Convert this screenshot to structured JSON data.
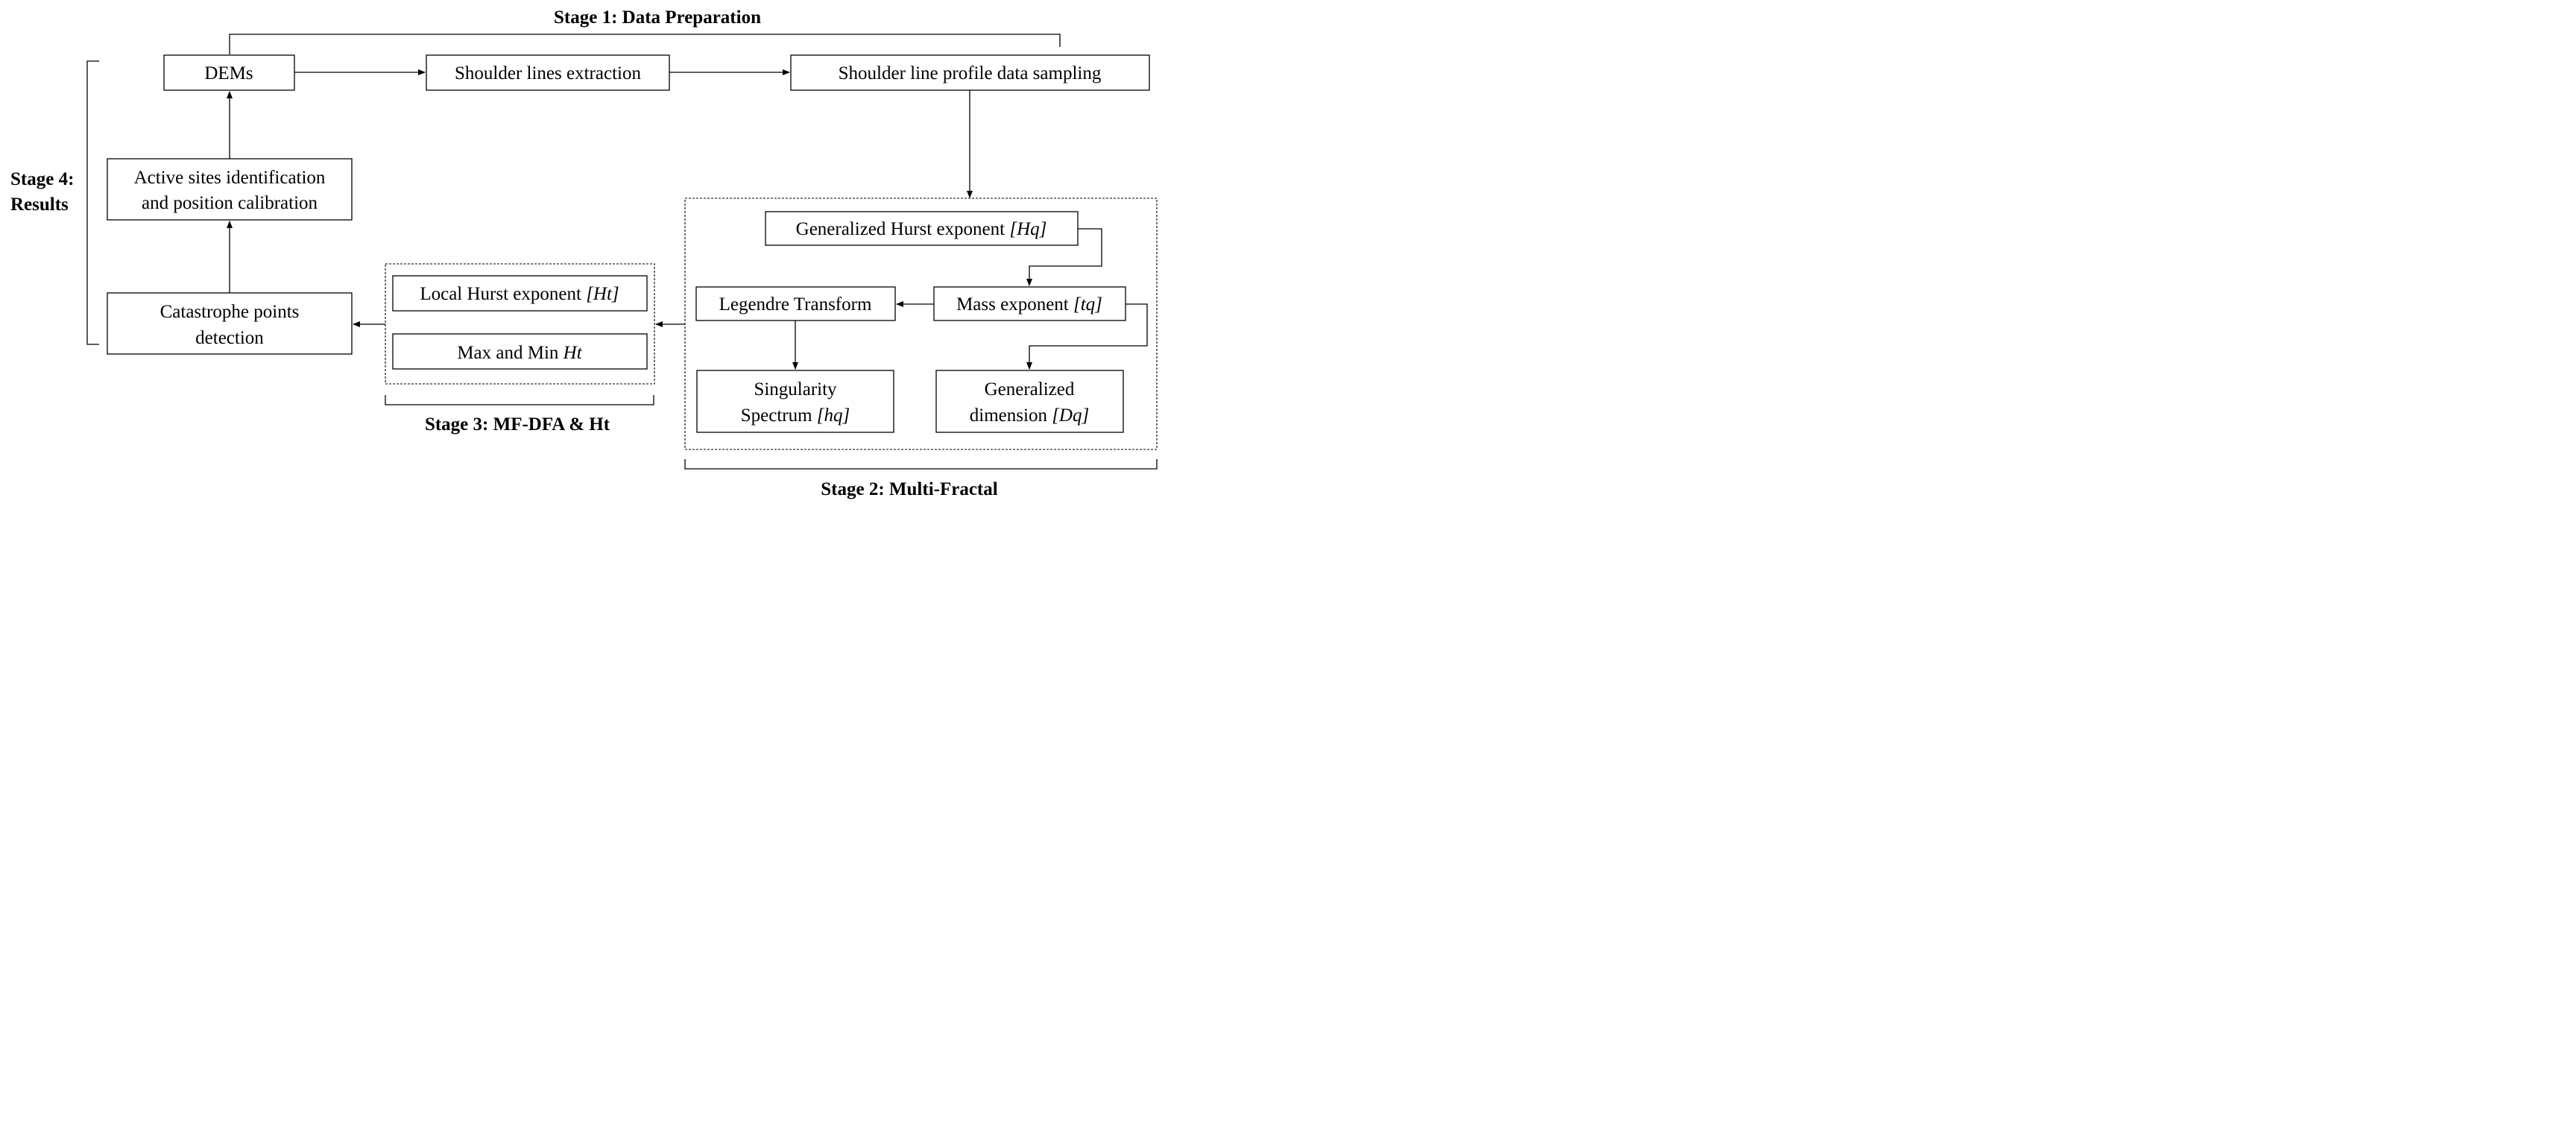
{
  "stages": {
    "stage1": "Stage 1: Data Preparation",
    "stage2": "Stage 2: Multi-Fractal",
    "stage3": "Stage 3: MF-DFA & Ht",
    "stage4_line1": "Stage 4:",
    "stage4_line2": "Results"
  },
  "nodes": {
    "dems": "DEMs",
    "shoulder_extraction": "Shoulder lines extraction",
    "profile_sampling": "Shoulder line profile data sampling",
    "active_sites_line1": "Active sites identification",
    "active_sites_line2": "and position calibration",
    "catastrophe_line1": "Catastrophe points",
    "catastrophe_line2": "detection",
    "local_hurst_text": "Local Hurst exponent ",
    "local_hurst_symbol": "[Ht]",
    "maxmin_text": "Max and Min ",
    "maxmin_symbol": "Ht",
    "gen_hurst_text": "Generalized Hurst exponent ",
    "gen_hurst_symbol": "[Hq]",
    "mass_text": "Mass exponent ",
    "mass_symbol": "[tq]",
    "legendre": "Legendre Transform",
    "singularity_line1": "Singularity",
    "singularity_line2_text": "Spectrum ",
    "singularity_symbol": "[hq]",
    "gen_dim_line1": "Generalized",
    "gen_dim_line2_text": "dimension ",
    "gen_dim_symbol": "[Dq]"
  }
}
